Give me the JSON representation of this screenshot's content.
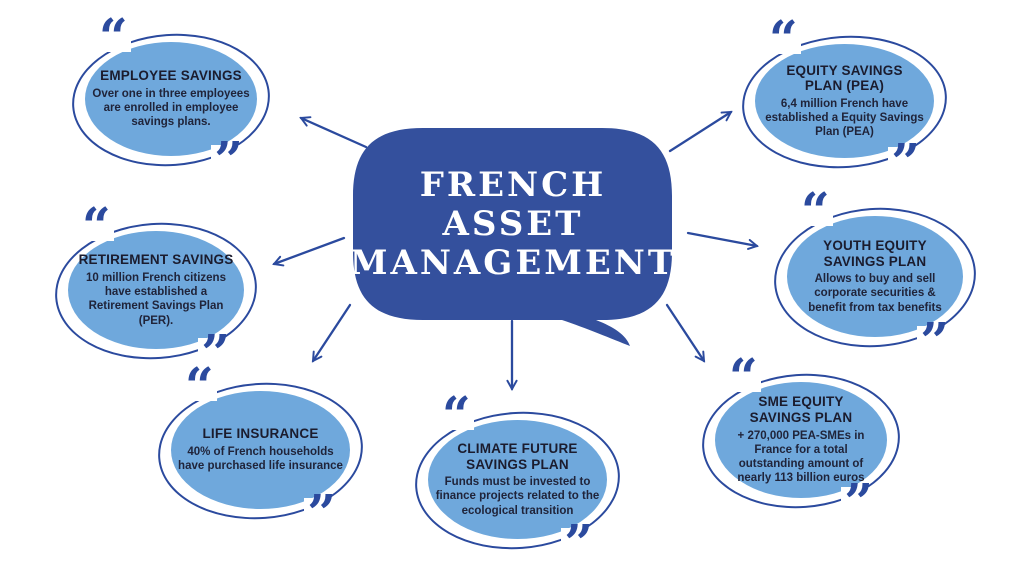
{
  "colors": {
    "primary_blue": "#34509d",
    "light_blue": "#6fa8dc",
    "stroke_blue": "#2b4a9e",
    "text_dark": "#1b1c2e",
    "background": "#ffffff"
  },
  "center": {
    "lines": [
      "FRENCH",
      "ASSET",
      "MANAGEMENT"
    ]
  },
  "quotes": {
    "open": "“",
    "close": "”"
  },
  "bubbles": [
    {
      "id": "employee-savings",
      "title": "EMPLOYEE SAVINGS",
      "body": "Over one in three employees are enrolled in employee savings plans."
    },
    {
      "id": "retirement-savings",
      "title": "RETIREMENT SAVINGS",
      "body": "10 million French citizens have established a Retirement Savings Plan (PER)."
    },
    {
      "id": "life-insurance",
      "title": "LIFE INSURANCE",
      "body": "40% of French households have purchased life insurance"
    },
    {
      "id": "climate-future-savings-plan",
      "title": "CLIMATE FUTURE\nSAVINGS PLAN",
      "body": "Funds must be invested to finance projects related to the ecological transition"
    },
    {
      "id": "equity-savings-plan-pea",
      "title": "EQUITY SAVINGS\nPLAN (PEA)",
      "body": "6,4 million French have established a Equity Savings Plan (PEA)"
    },
    {
      "id": "youth-equity-savings-plan",
      "title": "YOUTH EQUITY\nSAVINGS PLAN",
      "body": "Allows to buy and sell corporate securities & benefit from tax benefits"
    },
    {
      "id": "sme-equity-savings-plan",
      "title": "SME EQUITY\nSAVINGS PLAN",
      "body": "+ 270,000 PEA-SMEs in France for a total outstanding amount of nearly 113 billion euros"
    }
  ]
}
